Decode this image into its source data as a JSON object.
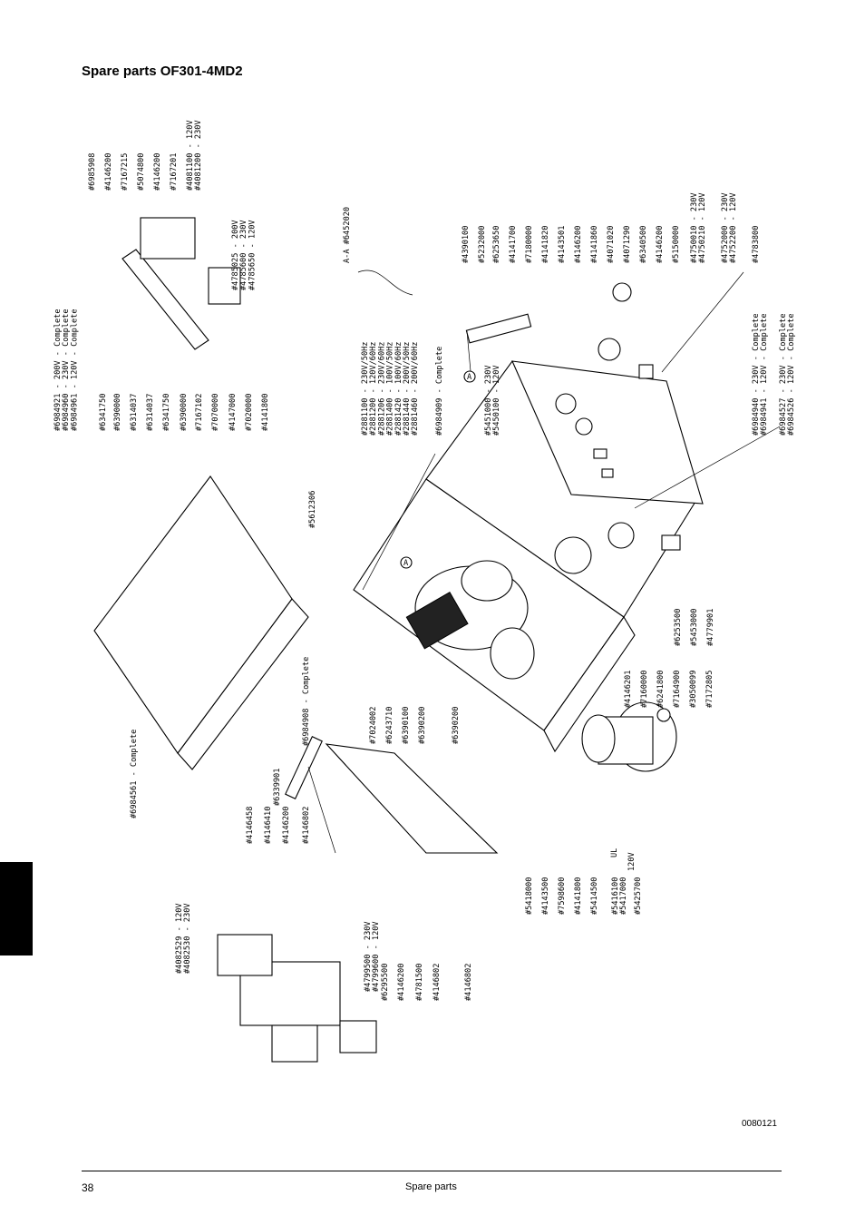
{
  "page": {
    "title": "Spare parts OF301-4MD2",
    "doc_number": "0080121",
    "page_number": "38",
    "section": "Spare parts"
  },
  "callouts": [
    {
      "id": "c1",
      "texts": [
        "#6984921 - 200V - Complete",
        "#6984960 - 230V - Complete",
        "#6984961 - 120V - Complete"
      ]
    },
    {
      "id": "c2",
      "texts": [
        "#6341750"
      ]
    },
    {
      "id": "c3",
      "texts": [
        "#6390000"
      ]
    },
    {
      "id": "c4",
      "texts": [
        "#6314037"
      ]
    },
    {
      "id": "c5",
      "texts": [
        "#6314037"
      ]
    },
    {
      "id": "c6",
      "texts": [
        "#6341750"
      ]
    },
    {
      "id": "c7",
      "texts": [
        "#6390000"
      ]
    },
    {
      "id": "c8",
      "texts": [
        "#7167102"
      ]
    },
    {
      "id": "c9",
      "texts": [
        "#7070000"
      ]
    },
    {
      "id": "c10",
      "texts": [
        "#4147000"
      ]
    },
    {
      "id": "c11",
      "texts": [
        "#7020000"
      ]
    },
    {
      "id": "c12",
      "texts": [
        "#4141800"
      ]
    },
    {
      "id": "c13",
      "texts": [
        "#6985908"
      ]
    },
    {
      "id": "c14",
      "texts": [
        "#4146200"
      ]
    },
    {
      "id": "c15",
      "texts": [
        "#7167215"
      ]
    },
    {
      "id": "c16",
      "texts": [
        "#5074800"
      ]
    },
    {
      "id": "c17",
      "texts": [
        "#4146200"
      ]
    },
    {
      "id": "c18",
      "texts": [
        "#7167201"
      ]
    },
    {
      "id": "c19",
      "texts": [
        "#4081100 - 120V",
        "#4081200 - 230V"
      ]
    },
    {
      "id": "c20",
      "texts": [
        "#4785025 - 200V",
        "#4785600 - 230V",
        "#4785650 - 120V"
      ]
    },
    {
      "id": "c21",
      "texts": [
        "A-A #6452020"
      ]
    },
    {
      "id": "c22",
      "texts": [
        "#4390100"
      ]
    },
    {
      "id": "c23",
      "texts": [
        "#5232000"
      ]
    },
    {
      "id": "c24",
      "texts": [
        "#6253650"
      ]
    },
    {
      "id": "c25",
      "texts": [
        "#4141700"
      ]
    },
    {
      "id": "c26",
      "texts": [
        "#7180000"
      ]
    },
    {
      "id": "c27",
      "texts": [
        "#4141820"
      ]
    },
    {
      "id": "c28",
      "texts": [
        "#4143501"
      ]
    },
    {
      "id": "c29",
      "texts": [
        "#4146200"
      ]
    },
    {
      "id": "c30",
      "texts": [
        "#4141860"
      ]
    },
    {
      "id": "c31",
      "texts": [
        "#4071020"
      ]
    },
    {
      "id": "c32",
      "texts": [
        "#4071290"
      ]
    },
    {
      "id": "c33",
      "texts": [
        "#6340500"
      ]
    },
    {
      "id": "c34",
      "texts": [
        "#4146200"
      ]
    },
    {
      "id": "c35",
      "texts": [
        "#5150000"
      ]
    },
    {
      "id": "c36",
      "texts": [
        "#4750010 - 230V",
        "#4750210 - 120V"
      ]
    },
    {
      "id": "c37",
      "texts": [
        "#4752000 - 230V",
        "#4752200 - 120V"
      ]
    },
    {
      "id": "c38",
      "texts": [
        "#4783800"
      ]
    },
    {
      "id": "c39",
      "texts": [
        "#2881100 - 230V/50Hz",
        "#2881200 - 120V/60Hz",
        "#2881206 - 230V/60Hz",
        "#2881400 - 100V/50Hz",
        "#2881420 - 100V/60Hz",
        "#2881440 - 200V/50Hz",
        "#2881460 - 200V/60Hz"
      ]
    },
    {
      "id": "c40",
      "texts": [
        "#6984909 - Complete"
      ]
    },
    {
      "id": "c41",
      "texts": [
        "#5451000 - 230V",
        "#5450100 - 120V"
      ]
    },
    {
      "id": "c42",
      "texts": [
        "#6984940 - 230V - Complete",
        "#6984941 - 120V - Complete"
      ]
    },
    {
      "id": "c43",
      "texts": [
        "#6984527 - 230V - Complete",
        "#6984526 - 120V - Complete"
      ]
    },
    {
      "id": "c44",
      "texts": [
        "#5612306"
      ]
    },
    {
      "id": "c45",
      "texts": [
        "#6984908 - Complete"
      ]
    },
    {
      "id": "c46",
      "texts": [
        "#6984561 - Complete"
      ]
    },
    {
      "id": "c47",
      "texts": [
        "#6339901"
      ]
    },
    {
      "id": "c48",
      "texts": [
        "#7024002"
      ]
    },
    {
      "id": "c49",
      "texts": [
        "#6243710"
      ]
    },
    {
      "id": "c50",
      "texts": [
        "#6390100"
      ]
    },
    {
      "id": "c51",
      "texts": [
        "#6390200"
      ]
    },
    {
      "id": "c52",
      "texts": [
        "#6390200"
      ]
    },
    {
      "id": "c53",
      "texts": [
        "#4146201"
      ]
    },
    {
      "id": "c54",
      "texts": [
        "#7160000"
      ]
    },
    {
      "id": "c55",
      "texts": [
        "#6241800"
      ]
    },
    {
      "id": "c56",
      "texts": [
        "#7164900"
      ]
    },
    {
      "id": "c57",
      "texts": [
        "#3050099"
      ]
    },
    {
      "id": "c58",
      "texts": [
        "#7172805"
      ]
    },
    {
      "id": "c59",
      "texts": [
        "#6253500"
      ]
    },
    {
      "id": "c60",
      "texts": [
        "#5453000"
      ]
    },
    {
      "id": "c61",
      "texts": [
        "#4779901"
      ]
    },
    {
      "id": "c62",
      "texts": [
        "#4146458"
      ]
    },
    {
      "id": "c63",
      "texts": [
        "#4146410"
      ]
    },
    {
      "id": "c64",
      "texts": [
        "#4146200"
      ]
    },
    {
      "id": "c65",
      "texts": [
        "#4146802"
      ]
    },
    {
      "id": "c66",
      "texts": [
        "#4082529 - 120V",
        "#4082530 - 230V"
      ]
    },
    {
      "id": "c67",
      "texts": [
        "#4799500 - 230V",
        "#4799600 - 120V"
      ]
    },
    {
      "id": "c68",
      "texts": [
        "#6295500"
      ]
    },
    {
      "id": "c69",
      "texts": [
        "#4146200"
      ]
    },
    {
      "id": "c70",
      "texts": [
        "#4781500"
      ]
    },
    {
      "id": "c71",
      "texts": [
        "#4146802"
      ]
    },
    {
      "id": "c72",
      "texts": [
        "#4146802"
      ]
    },
    {
      "id": "c73",
      "texts": [
        "#5418000"
      ]
    },
    {
      "id": "c74",
      "texts": [
        "#4143500"
      ]
    },
    {
      "id": "c75",
      "texts": [
        "#7598600"
      ]
    },
    {
      "id": "c76",
      "texts": [
        "#4141800"
      ]
    },
    {
      "id": "c77",
      "texts": [
        "#5414500"
      ]
    },
    {
      "id": "c78",
      "texts": [
        "#5416100",
        "#5417000"
      ]
    },
    {
      "id": "c79",
      "texts": [
        "#5425700"
      ]
    }
  ],
  "small_marks": {
    "ul": "UL",
    "v120": "120V",
    "section_mark": "A"
  }
}
